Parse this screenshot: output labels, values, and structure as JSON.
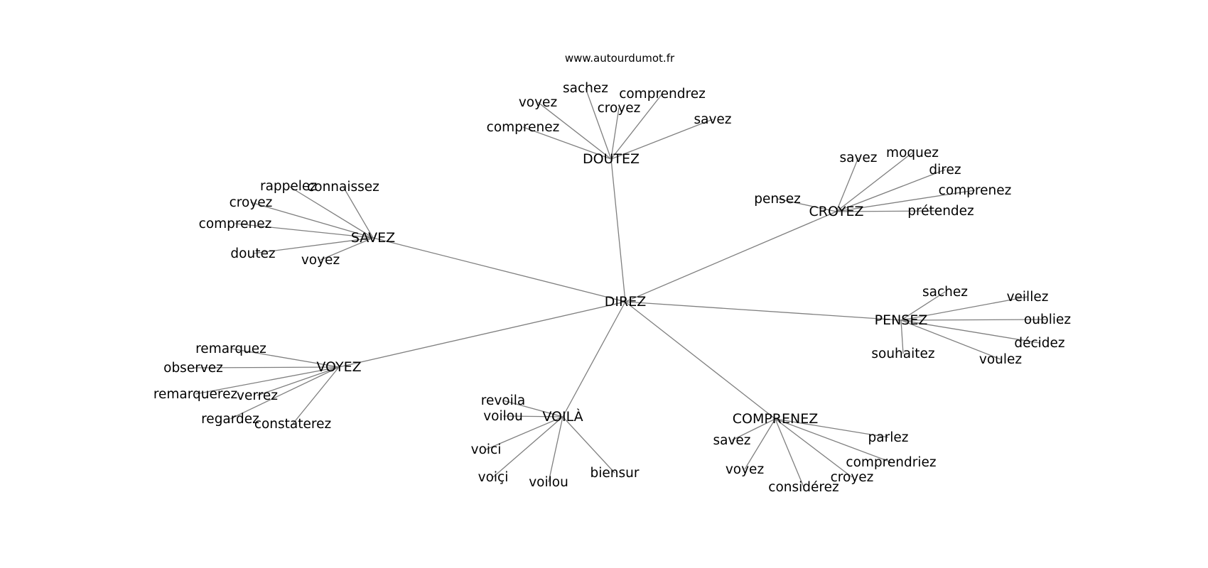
{
  "source": "www.autourdumot.fr",
  "graph": {
    "center": "DIREZ",
    "hubs": [
      {
        "name": "DOUTEZ",
        "words": [
          "comprenez",
          "voyez",
          "sachez",
          "croyez",
          "comprendrez",
          "savez"
        ]
      },
      {
        "name": "CROYEZ",
        "words": [
          "pensez",
          "savez",
          "moquez",
          "direz",
          "comprenez",
          "prétendez"
        ]
      },
      {
        "name": "SAVEZ",
        "words": [
          "rappelez",
          "connaissez",
          "croyez",
          "comprenez",
          "doutez",
          "voyez"
        ]
      },
      {
        "name": "PENSEZ",
        "words": [
          "sachez",
          "veillez",
          "oubliez",
          "décidez",
          "voulez",
          "souhaitez"
        ]
      },
      {
        "name": "VOYEZ",
        "words": [
          "remarquez",
          "observez",
          "remarquerez",
          "verrez",
          "regardez",
          "constaterez"
        ]
      },
      {
        "name": "VOILÀ",
        "words": [
          "revoila",
          "voilou",
          "voici",
          "voiçi",
          "voilou",
          "biensur"
        ]
      },
      {
        "name": "COMPRENEZ",
        "words": [
          "savez",
          "voyez",
          "considérez",
          "croyez",
          "comprendriez",
          "parlez"
        ]
      }
    ]
  }
}
